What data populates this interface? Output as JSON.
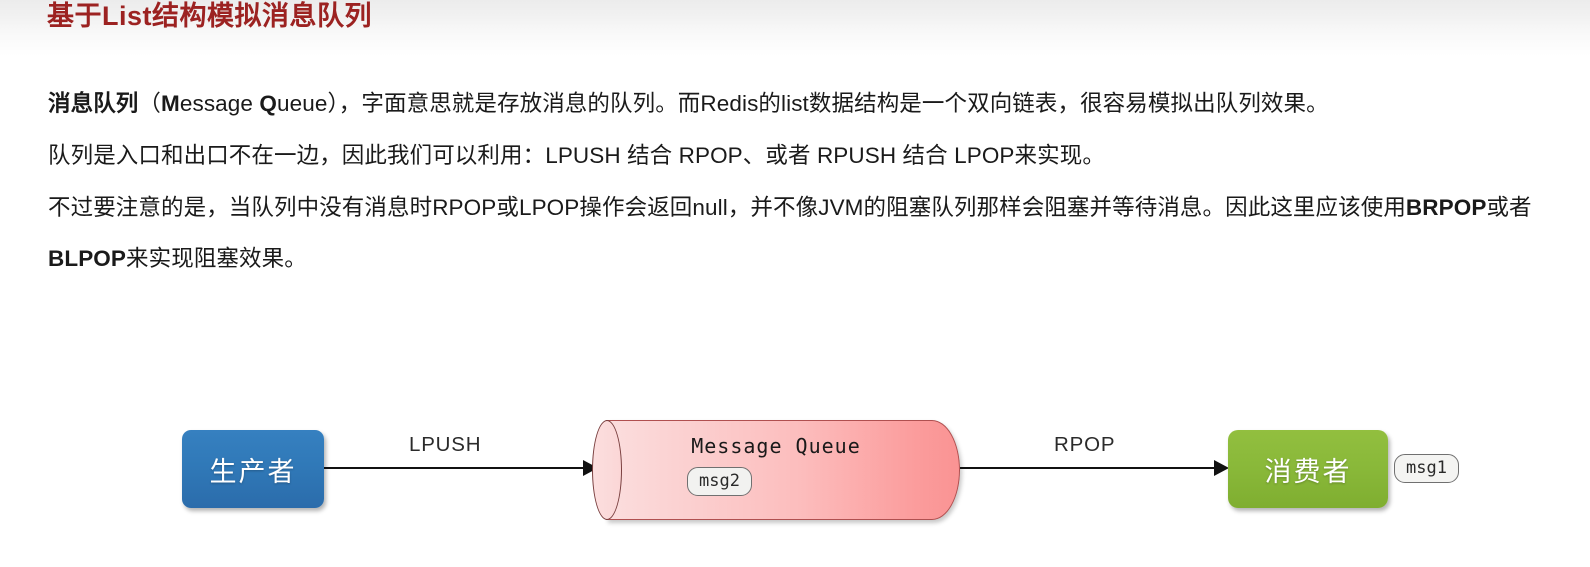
{
  "title": "基于List结构模拟消息队列",
  "paragraphs": [
    {
      "id": "p1",
      "runs": [
        {
          "text": "消息队列",
          "bold": true
        },
        {
          "text": "（",
          "bold": false
        },
        {
          "text": "M",
          "bold": true
        },
        {
          "text": "essage ",
          "bold": false
        },
        {
          "text": "Q",
          "bold": true
        },
        {
          "text": "ueue），字面意思就是存放消息的队列。而Redis的list数据结构是一个双向链表，很容易模拟出队列效果。",
          "bold": false
        }
      ]
    },
    {
      "id": "p2",
      "runs": [
        {
          "text": "队列是入口和出口不在一边，因此我们可以利用：LPUSH 结合 RPOP、或者 RPUSH 结合 LPOP来实现。",
          "bold": false
        }
      ]
    },
    {
      "id": "p3",
      "runs": [
        {
          "text": "不过要注意的是，当队列中没有消息时RPOP或LPOP操作会返回null，并不像JVM的阻塞队列那样会阻塞并等待消息。因此这里应该使用",
          "bold": false
        },
        {
          "text": "BRPOP",
          "bold": true
        },
        {
          "text": "或者",
          "bold": false
        },
        {
          "text": "BLPOP",
          "bold": true
        },
        {
          "text": "来实现阻塞效果。",
          "bold": false
        }
      ]
    }
  ],
  "diagram": {
    "producer": {
      "label": "生产者",
      "color": "#3079b8"
    },
    "consumer": {
      "label": "消费者",
      "color": "#89b839"
    },
    "queue": {
      "title": "Message Queue",
      "message": "msg2",
      "fill_start": "#fbdede",
      "fill_end": "#fa9393",
      "stroke": "#b05050"
    },
    "consumer_message": "msg1",
    "arrows": [
      {
        "label": "LPUSH"
      },
      {
        "label": "RPOP"
      }
    ]
  }
}
